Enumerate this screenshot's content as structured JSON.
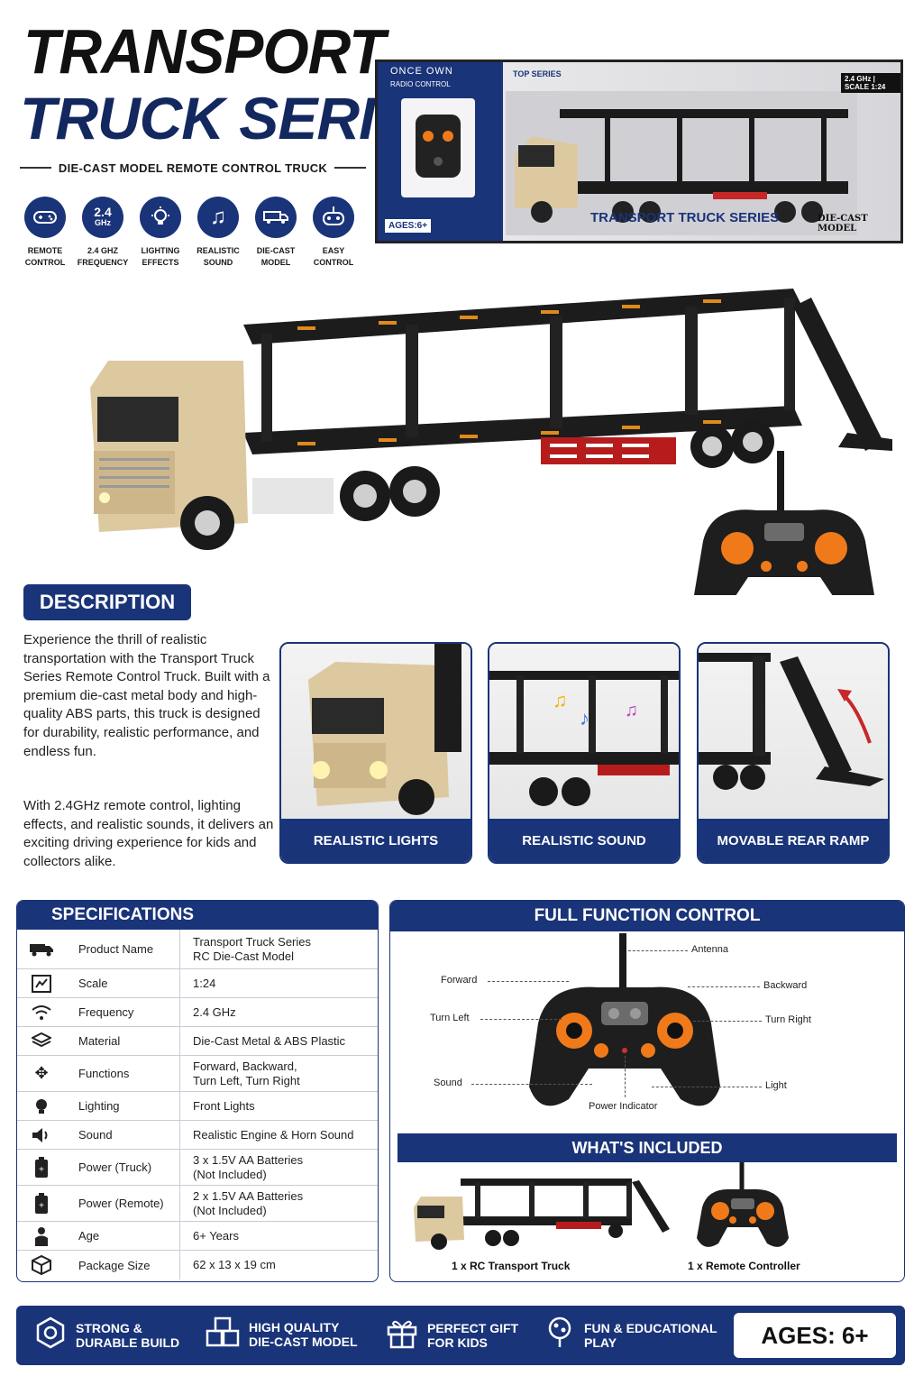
{
  "title": {
    "line1": "TRANSPORT",
    "line2": "TRUCK SERIES"
  },
  "subtitle": "DIE-CAST MODEL REMOTE CONTROL TRUCK",
  "features": [
    {
      "icon": "gamepad-icon",
      "l1": "REMOTE",
      "l2": "CONTROL"
    },
    {
      "icon": "frequency-icon",
      "l1": "2.4 GHz",
      "l2": "FREQUENCY",
      "badge_top": "2.4",
      "badge_bottom": "GHz"
    },
    {
      "icon": "lightbulb-icon",
      "l1": "LIGHTING",
      "l2": "EFFECTS"
    },
    {
      "icon": "music-note-icon",
      "l1": "REALISTIC",
      "l2": "SOUND"
    },
    {
      "icon": "truck-icon",
      "l1": "DIE-CAST",
      "l2": "MODEL"
    },
    {
      "icon": "remote-icon",
      "l1": "EASY",
      "l2": "CONTROL"
    }
  ],
  "box": {
    "brand": "ONCE OWN",
    "radio": "RADIO CONTROL",
    "top_series": "TOP SERIES",
    "ages": "AGES:6+",
    "series": "TRANSPORT TRUCK SERIES",
    "diecast": "DIE-CAST MODEL",
    "scale": "2.4 GHz | SCALE 1:24"
  },
  "description": {
    "heading": "DESCRIPTION",
    "p1": "Experience the thrill of realistic transportation with the Transport Truck Series Remote Control Truck. Built with a premium die-cast metal body and high-quality ABS parts, this truck is designed for durability, realistic performance, and endless fun.",
    "p2": "With 2.4GHz remote control, lighting effects, and realistic sounds, it delivers an exciting driving experience for kids and collectors alike."
  },
  "cards": [
    {
      "caption": "REALISTIC LIGHTS"
    },
    {
      "caption": "REALISTIC SOUND"
    },
    {
      "caption": "MOVABLE REAR RAMP"
    }
  ],
  "specs": {
    "heading": "SPECIFICATIONS",
    "rows": [
      {
        "icon": "truck-icon",
        "name": "Product Name",
        "v1": "Transport Truck Series",
        "v2": "RC Die-Cast Model"
      },
      {
        "icon": "scale-icon",
        "name": "Scale",
        "v1": "1:24",
        "v2": ""
      },
      {
        "icon": "wifi-icon",
        "name": "Frequency",
        "v1": "2.4 GHz",
        "v2": ""
      },
      {
        "icon": "layers-icon",
        "name": "Material",
        "v1": "Die-Cast Metal & ABS Plastic",
        "v2": ""
      },
      {
        "icon": "arrows-icon",
        "name": "Functions",
        "v1": "Forward, Backward,",
        "v2": "Turn Left, Turn Right"
      },
      {
        "icon": "bulb-icon",
        "name": "Lighting",
        "v1": "Front Lights",
        "v2": ""
      },
      {
        "icon": "speaker-icon",
        "name": "Sound",
        "v1": "Realistic Engine & Horn Sound",
        "v2": ""
      },
      {
        "icon": "battery-icon",
        "name": "Power (Truck)",
        "v1": "3 x 1.5V AA Batteries",
        "v2": "(Not Included)"
      },
      {
        "icon": "battery-icon",
        "name": "Power (Remote)",
        "v1": "2 x 1.5V AA Batteries",
        "v2": "(Not Included)"
      },
      {
        "icon": "person-icon",
        "name": "Age",
        "v1": "6+ Years",
        "v2": ""
      },
      {
        "icon": "box-icon",
        "name": "Package Size",
        "v1": "62 x 13 x 19 cm",
        "v2": ""
      }
    ]
  },
  "control": {
    "heading": "FULL FUNCTION CONTROL",
    "antenna": "Antenna",
    "forward": "Forward",
    "backward": "Backward",
    "turn_left": "Turn Left",
    "turn_right": "Turn Right",
    "sound": "Sound",
    "light": "Light",
    "power": "Power Indicator"
  },
  "included": {
    "heading": "WHAT'S INCLUDED",
    "truck": "1 x RC Transport Truck",
    "remote": "1 x Remote Controller"
  },
  "band": [
    {
      "icon": "shield-icon",
      "l1": "STRONG &",
      "l2": "DURABLE BUILD"
    },
    {
      "icon": "boxes-icon",
      "l1": "HIGH QUALITY",
      "l2": "DIE-CAST MODEL"
    },
    {
      "icon": "gift-icon",
      "l1": "PERFECT GIFT",
      "l2": "FOR KIDS"
    },
    {
      "icon": "brain-icon",
      "l1": "FUN & EDUCATIONAL",
      "l2": "PLAY"
    }
  ],
  "ages_badge": "AGES: 6+",
  "colors": {
    "navy": "#1a3479",
    "orange": "#f07a1a",
    "cab": "#dcc9a0"
  }
}
